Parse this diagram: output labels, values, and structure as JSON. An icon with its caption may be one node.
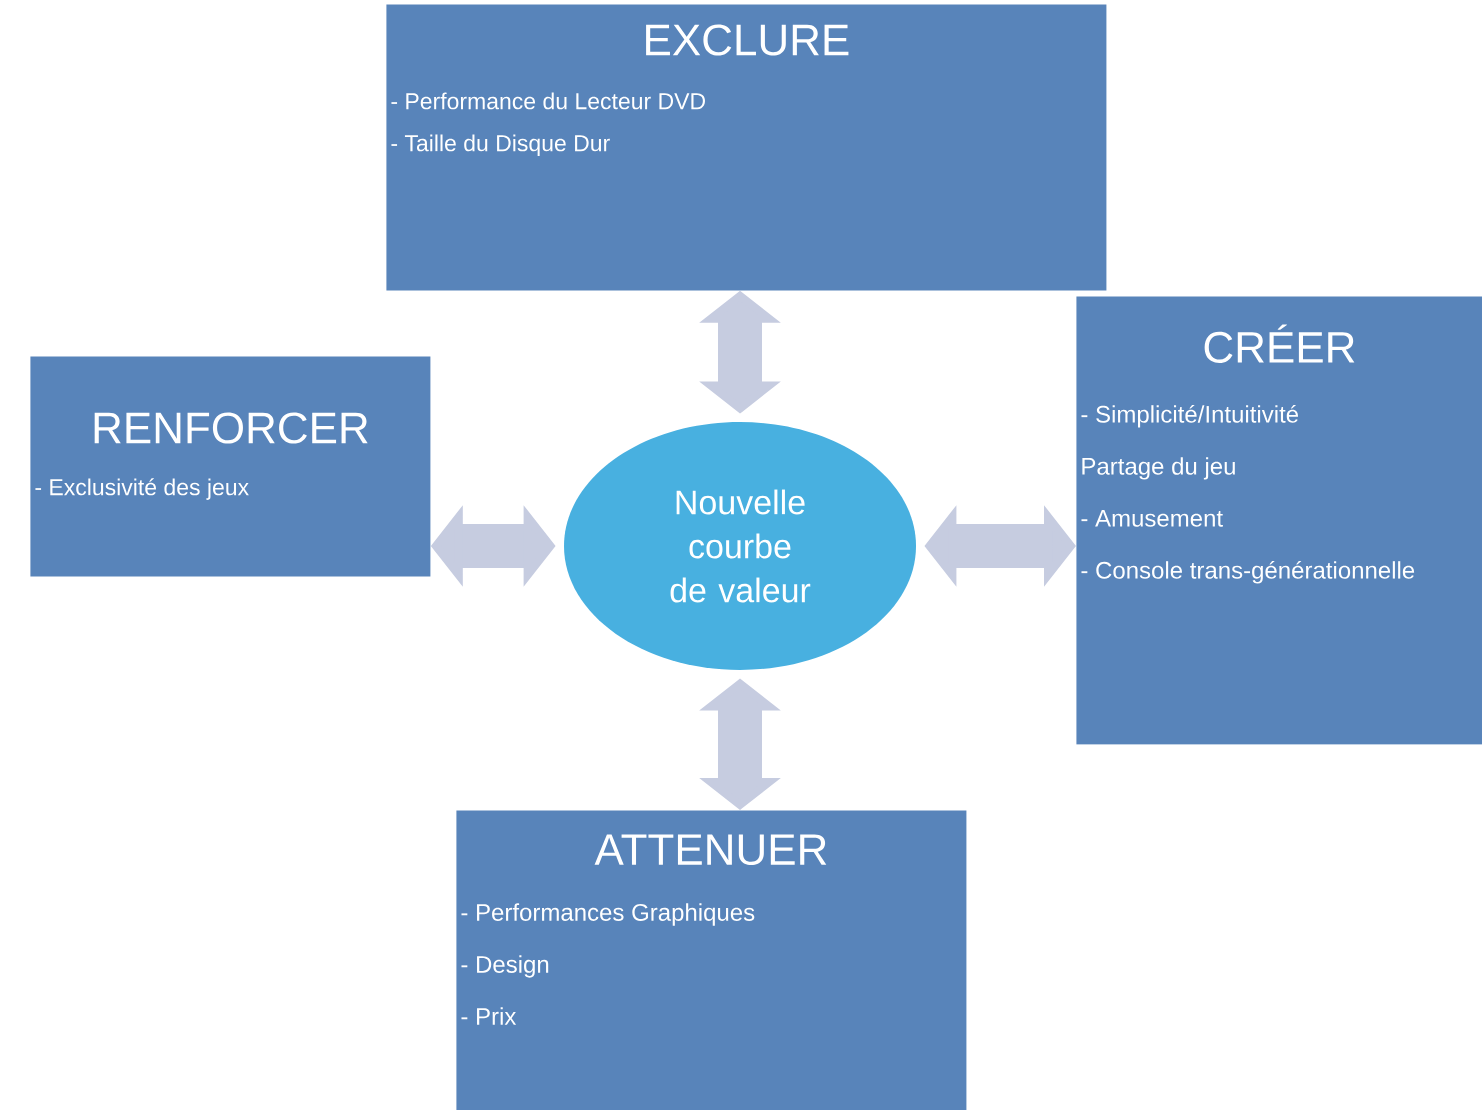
{
  "diagram": {
    "nodes": [
      {
        "text": [
          "EXCLURE",
          "- Performance du Lecteur DVD",
          "- Taille du Disque Dur"
        ]
      },
      {
        "text": [
          "RENFORCER",
          "- Exclusivité des jeux"
        ]
      },
      {
        "text": [
          "Nouvelle courbe de valeur"
        ]
      },
      {
        "text": [
          "CRÉER",
          "- Simplicité/Intuitivité",
          "Partage du jeu",
          "- Amusement",
          "- Console trans-générationnelle"
        ]
      },
      {
        "text": [
          "ATTENUER",
          "- Performances Graphiques",
          "- Design",
          "- Prix"
        ]
      }
    ],
    "edges": [
      {
        "from": 0,
        "to": 2,
        "arrow": "both"
      },
      {
        "from": 1,
        "to": 2,
        "arrow": "both"
      },
      {
        "from": 3,
        "to": 2,
        "arrow": "both"
      },
      {
        "from": 4,
        "to": 2,
        "arrow": "both"
      }
    ]
  }
}
